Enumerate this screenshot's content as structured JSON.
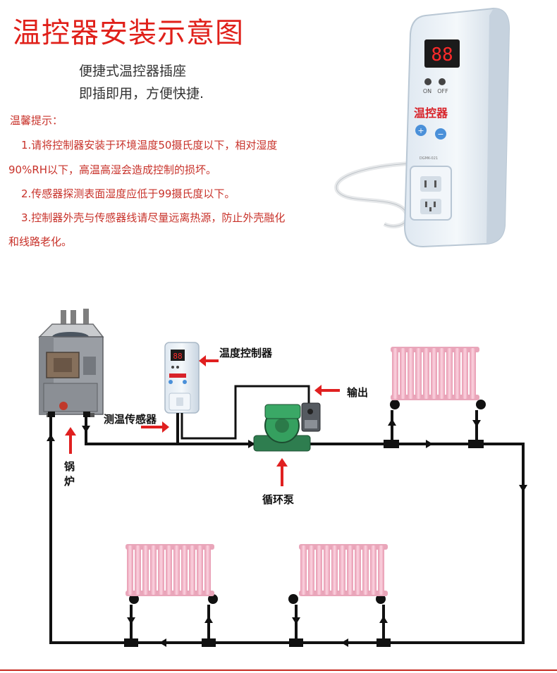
{
  "title": "温控器安装示意图",
  "subtitles": [
    "便捷式温控器插座",
    "即插即用，方便快捷."
  ],
  "tips": {
    "heading": "温馨提示：",
    "lines": [
      "1.请将控制器安装于环境温度50摄氏度以下，相对湿度",
      "90%RH以下，高温高湿会造成控制的损坏。",
      "2.传感器探测表面湿度应低于99摄氏度以下。",
      "3.控制器外壳与传感器线请尽量远离热源，防止外壳融化",
      "和线路老化。"
    ]
  },
  "device": {
    "display": "88",
    "on_label": "ON",
    "off_label": "OFF",
    "brand": "温控器",
    "model": "DGMK-021"
  },
  "diagram": {
    "controller_label": "温度控制器",
    "output_label": "输出",
    "sensor_label": "测温传感器",
    "boiler_label": "锅炉",
    "pump_label": "循环泵"
  },
  "colors": {
    "title": "#e0201a",
    "tips": "#c8322a",
    "arrow": "#e02020",
    "radiator": "#f2b4c6",
    "pipe": "#111111",
    "device_body": "#eef3f8"
  }
}
